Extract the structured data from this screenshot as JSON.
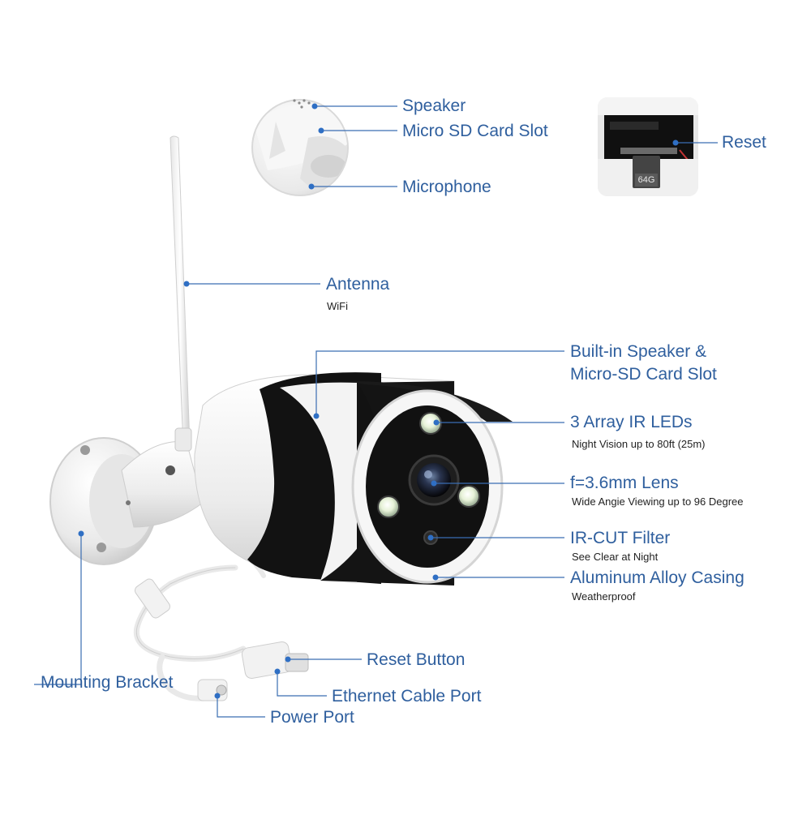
{
  "colors": {
    "label": "#2f5f9e",
    "leader": "#3a6db2",
    "dot": "#2f6fc4",
    "sublabel": "#222222",
    "camera_white": "#f2f2f2",
    "camera_black": "#161616"
  },
  "callouts": {
    "speaker": "Speaker",
    "micro_sd_slot": "Micro SD Card Slot",
    "microphone": "Microphone",
    "reset": "Reset",
    "antenna": "Antenna",
    "antenna_sub": "WiFi",
    "builtin_speaker_line1": "Built-in Speaker &",
    "builtin_speaker_line2": "Micro-SD Card Slot",
    "ir_leds": "3 Array IR LEDs",
    "ir_leds_sub": "Night Vision up to 80ft (25m)",
    "lens": "f=3.6mm Lens",
    "lens_sub": "Wide Angie Viewing up to 96 Degree",
    "ir_cut": "IR-CUT Filter",
    "ir_cut_sub": "See Clear at Night",
    "casing": "Aluminum Alloy Casing",
    "casing_sub": "Weatherproof",
    "mounting_bracket": "Mounting Bracket",
    "reset_button": "Reset Button",
    "ethernet_port": "Ethernet Cable Port",
    "power_port": "Power Port"
  },
  "sd_card": {
    "capacity": "64G"
  },
  "icons": [
    "callout-dot-icon"
  ]
}
